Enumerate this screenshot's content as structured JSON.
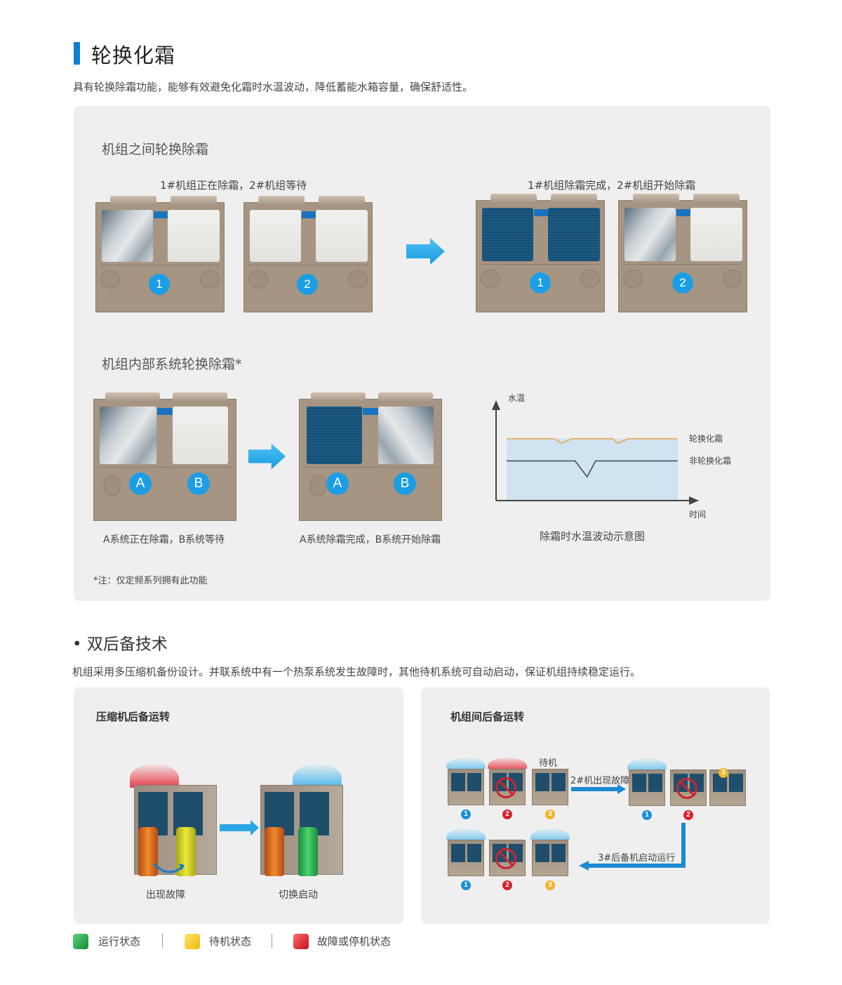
{
  "section1": {
    "title": "轮换化霜",
    "lead": "具有轮换除霜功能，能够有效避免化霜时水温波动，降低蓄能水箱容量，确保舒适性。",
    "between_units": {
      "title": "机组之间轮换除霜",
      "before_caption": "1#机组正在除霜，2#机组等待",
      "after_caption": "1#机组除霜完成，2#机组开始除霜",
      "before_units": [
        {
          "badge": "1",
          "left_coil": "frost",
          "right_coil": "white"
        },
        {
          "badge": "2",
          "left_coil": "white",
          "right_coil": "white"
        }
      ],
      "after_units": [
        {
          "badge": "1",
          "left_coil": "blue",
          "right_coil": "blue"
        },
        {
          "badge": "2",
          "left_coil": "frost",
          "right_coil": "white"
        }
      ]
    },
    "internal_systems": {
      "title": "机组内部系统轮换除霜*",
      "before_caption": "A系统正在除霜，B系统等待",
      "after_caption": "A系统除霜完成，B系统开始除霜",
      "before_badges": [
        "A",
        "B"
      ],
      "after_badges": [
        "A",
        "B"
      ]
    },
    "note": "*注：仅定频系列拥有此功能"
  },
  "chart_data": {
    "type": "line",
    "title": "除霜时水温波动示意图",
    "xlabel": "时间",
    "ylabel": "水温",
    "x": [
      0,
      0.28,
      0.32,
      0.38,
      0.62,
      0.65,
      0.71,
      1.0
    ],
    "series": [
      {
        "name": "轮换化霜",
        "color": "#e8a94a",
        "x": [
          0,
          0.28,
          0.32,
          0.38,
          0.62,
          0.65,
          0.71,
          1.0
        ],
        "values": [
          0.78,
          0.78,
          0.72,
          0.78,
          0.78,
          0.72,
          0.78,
          0.78
        ]
      },
      {
        "name": "非轮换化霜",
        "color": "#3b4a5a",
        "x": [
          0,
          0.4,
          0.47,
          0.52,
          1.0
        ],
        "values": [
          0.5,
          0.5,
          0.3,
          0.5,
          0.5
        ]
      }
    ],
    "fill_color": "#cfe3f0",
    "ylim": [
      0,
      1
    ],
    "grid": false,
    "legend": "right"
  },
  "section2": {
    "title": "双后备技术",
    "lead": "机组采用多压缩机备份设计。并联系统中有一个热泵系统发生故障时，其他待机系统可自动启动，保证机组持续稳定运行。",
    "compressor_card": {
      "title": "压缩机后备运转",
      "left_caption": "出现故障",
      "right_caption": "切换启动"
    },
    "unit_card": {
      "title": "机组间后备运转",
      "standby_label": "待机",
      "fault_arrow_label": "2#机出现故障",
      "backup_arrow_label": "3#后备机启动运行",
      "numbers": [
        "1",
        "2",
        "3"
      ]
    },
    "legend": [
      {
        "label": "运行状态",
        "color": "#1fa64a"
      },
      {
        "label": "待机状态",
        "color": "#f5c518"
      },
      {
        "label": "故障或停机状态",
        "color": "#d9202b"
      }
    ]
  },
  "colors": {
    "accent": "#0f7fd0",
    "badge_blue": "#1c9ee6",
    "panel_bg": "#efefef",
    "num_blue": "#1a8fd8",
    "num_red": "#d9202b",
    "num_yellow": "#f2b52a"
  }
}
